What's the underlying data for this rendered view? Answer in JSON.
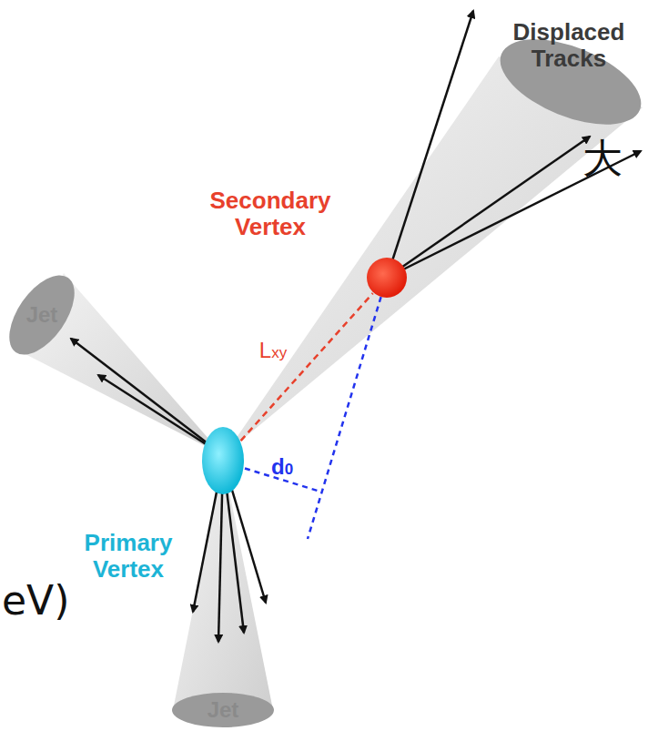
{
  "diagram": {
    "nodes": [
      {
        "text": [
          "Displaced Tracks"
        ]
      },
      {
        "text": [
          "Secondary Vertex"
        ]
      },
      {
        "text": [
          "Jet"
        ]
      },
      {
        "text": [
          "Primary Vertex"
        ]
      },
      {
        "text": [
          "Jet"
        ]
      }
    ],
    "edges": [
      {
        "from": 3,
        "to": 1,
        "arrow": "none",
        "label": "Lxy"
      }
    ],
    "labels": [
      "大",
      "d0",
      "eV)"
    ]
  }
}
